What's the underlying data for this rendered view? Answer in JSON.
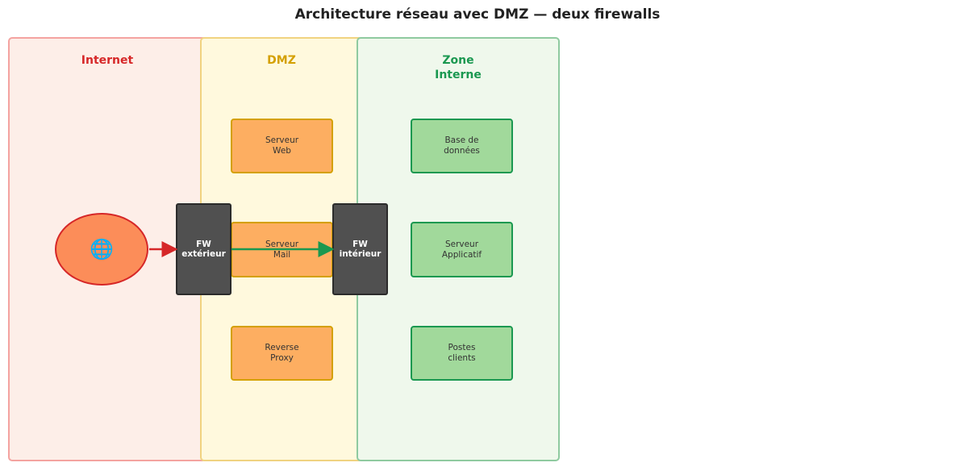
{
  "title": "Architecture réseau avec DMZ — deux firewalls",
  "zones": [
    {
      "label": "Internet",
      "color": "#d62728",
      "fill": "#fdeee8",
      "border": "#f4a3a0"
    },
    {
      "label": "DMZ",
      "color": "#d4a000",
      "fill": "#fff9dd",
      "border": "#f0d380"
    },
    {
      "label": "Zone\nInterne",
      "color": "#1a9850",
      "fill": "#eff8ec",
      "border": "#8fcaa0"
    }
  ],
  "internet_node": {
    "icon": "globe-icon",
    "glyph": "🌐",
    "fill": "#fc8d59",
    "border": "#d62728"
  },
  "firewalls": {
    "exterior": "FW\nextérieur",
    "interior": "FW\nintérieur"
  },
  "dmz_servers": [
    "Serveur\nWeb",
    "Serveur\nMail",
    "Reverse\nProxy"
  ],
  "internal_servers": [
    "Base de\ndonnées",
    "Serveur\nApplicatif",
    "Postes\nclients"
  ],
  "colors": {
    "dmz_box_fill": "#fdae61",
    "dmz_box_border": "#d4a000",
    "internal_box_fill": "#a1d99b",
    "internal_box_border": "#1a9850",
    "arrow_in": "#d62728",
    "arrow_dmz": "#1a9850"
  }
}
